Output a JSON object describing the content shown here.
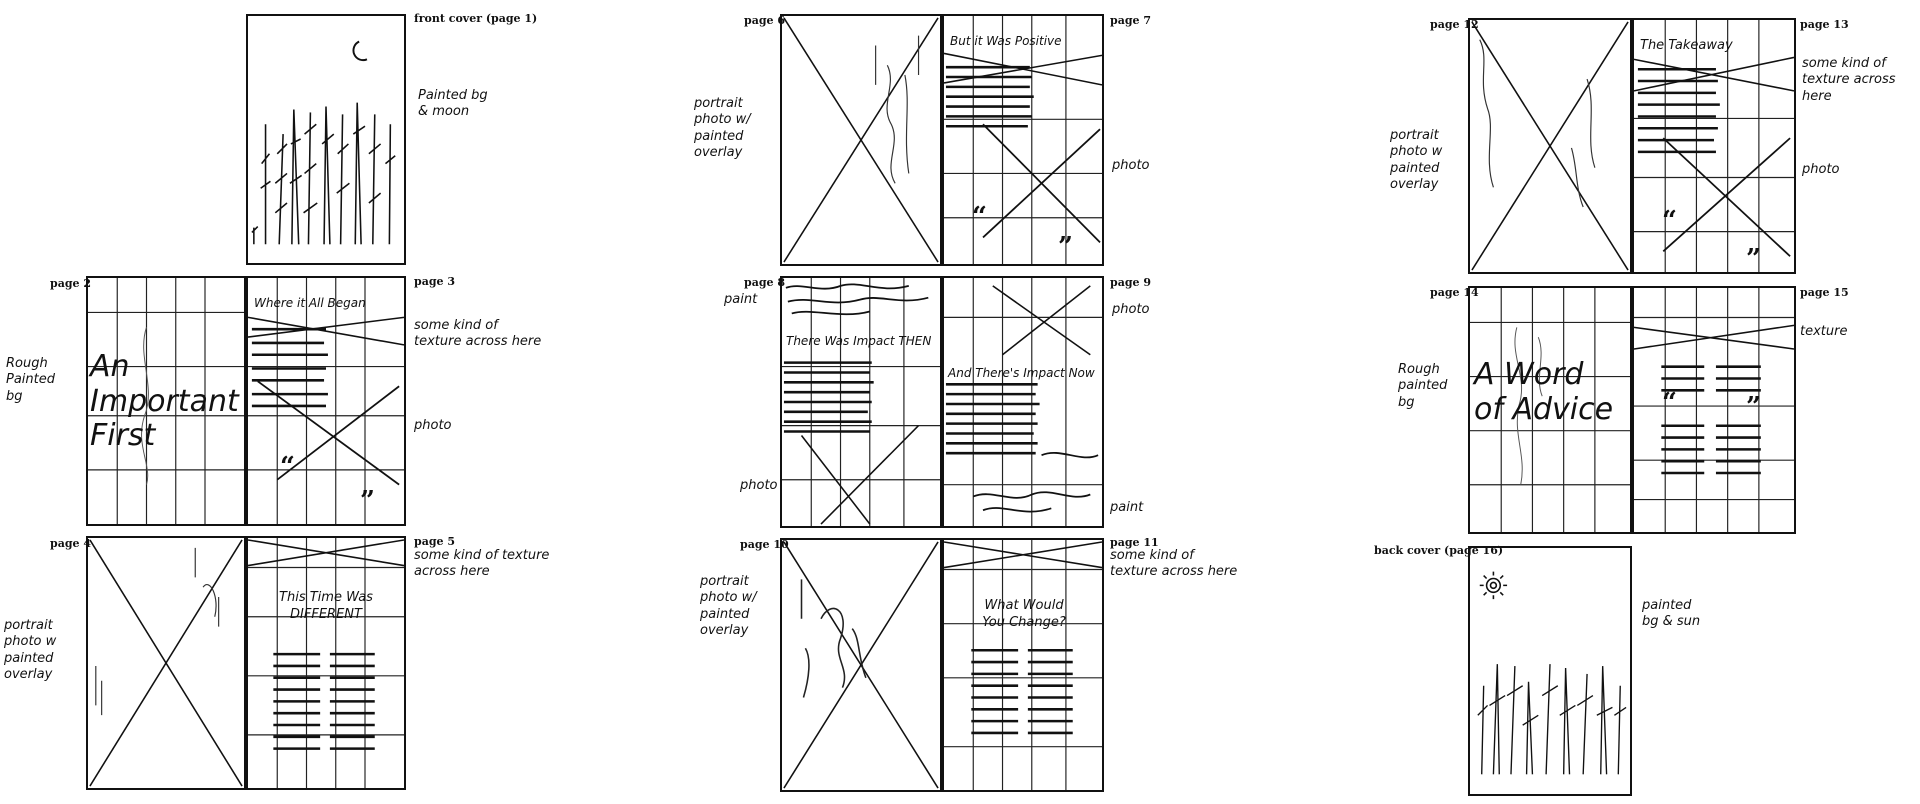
{
  "labels": {
    "front_cover": "front cover (page 1)",
    "p2": "page 2",
    "p3": "page 3",
    "p4": "page 4",
    "p5": "page 5",
    "p6": "page 6",
    "p7": "page 7",
    "p8": "page 8",
    "p9": "page 9",
    "p10": "page 10",
    "p11": "page 11",
    "p12": "page 12",
    "p13": "page 13",
    "p14": "page 14",
    "p15": "page 15",
    "back_cover": "back cover (page 16)"
  },
  "notes": {
    "front": "Painted bg & moon",
    "p2": "Rough Painted bg",
    "p3_texture": "some kind of texture across here",
    "p3_photo": "photo",
    "p4": "portrait photo w painted overlay",
    "p5": "some kind of texture across here",
    "p6": "portrait photo w/ painted overlay",
    "p7": "photo",
    "p8_paint": "paint",
    "p8_photo": "photo",
    "p9_photo": "photo",
    "p9_paint": "paint",
    "p10": "portrait photo w/ painted overlay",
    "p11": "some kind of texture across here",
    "p12": "portrait photo w painted overlay",
    "p13_texture": "some kind of texture across here",
    "p13_photo": "photo",
    "p14": "Rough painted bg",
    "p15": "texture",
    "back": "painted bg & sun"
  },
  "headings": {
    "p3": "Where it All Began",
    "p5": "This Time Was DIFFERENT",
    "p7": "But it Was Positive",
    "p8": "There Was Impact THEN",
    "p9": "And There's Impact Now",
    "p11": "What Would You Change?",
    "p13": "The Takeaway"
  },
  "titles": {
    "p2": "An Important First",
    "p14": "A Word of Advice"
  },
  "quote_open": "“",
  "quote_close": "”"
}
